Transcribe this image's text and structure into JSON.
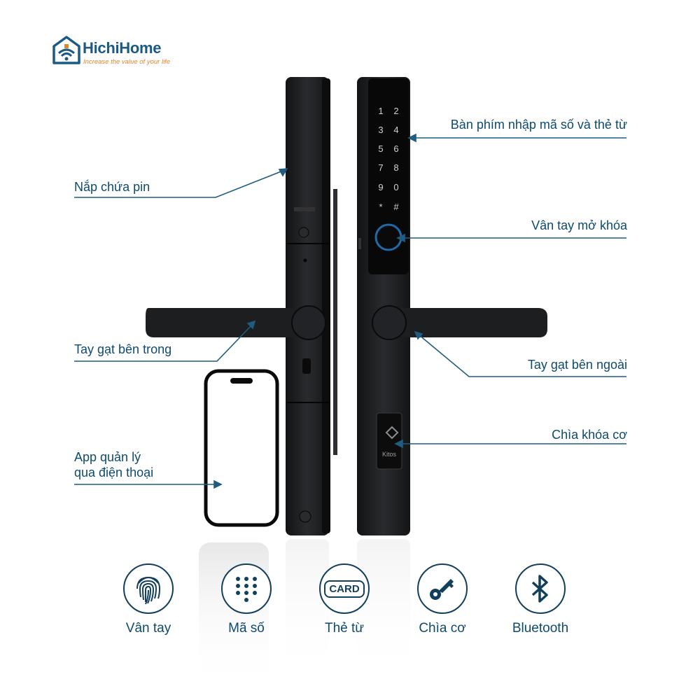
{
  "brand": {
    "name": "HichiHome",
    "tagline": "Increase the value of your life",
    "color": "#1c5a86",
    "accent": "#e0862c"
  },
  "callouts": {
    "keypad": "Bàn phím nhập mã số và thẻ từ",
    "battery": "Nắp chứa pin",
    "fingerprint": "Vân tay mở khóa",
    "inner_handle": "Tay gạt bên trong",
    "outer_handle": "Tay gạt bên ngoài",
    "mechanical_key": "Chìa khóa cơ",
    "app_line1": "App quản lý",
    "app_line2": "qua điện thoại"
  },
  "keypad_keys": [
    "1",
    "2",
    "3",
    "4",
    "5",
    "6",
    "7",
    "8",
    "9",
    "0",
    "*",
    "#"
  ],
  "device_brand": "Kitos",
  "features": [
    {
      "label": "Vân tay",
      "icon": "fingerprint-icon"
    },
    {
      "label": "Mã số",
      "icon": "keypad-dots-icon"
    },
    {
      "label": "Thẻ từ",
      "icon": "card-icon",
      "badge": "CARD"
    },
    {
      "label": "Chìa cơ",
      "icon": "key-icon"
    },
    {
      "label": "Bluetooth",
      "icon": "bluetooth-icon"
    }
  ],
  "colors": {
    "text": "#0e4a6e",
    "line": "#1f5c80",
    "device": "#1b1c1e"
  }
}
